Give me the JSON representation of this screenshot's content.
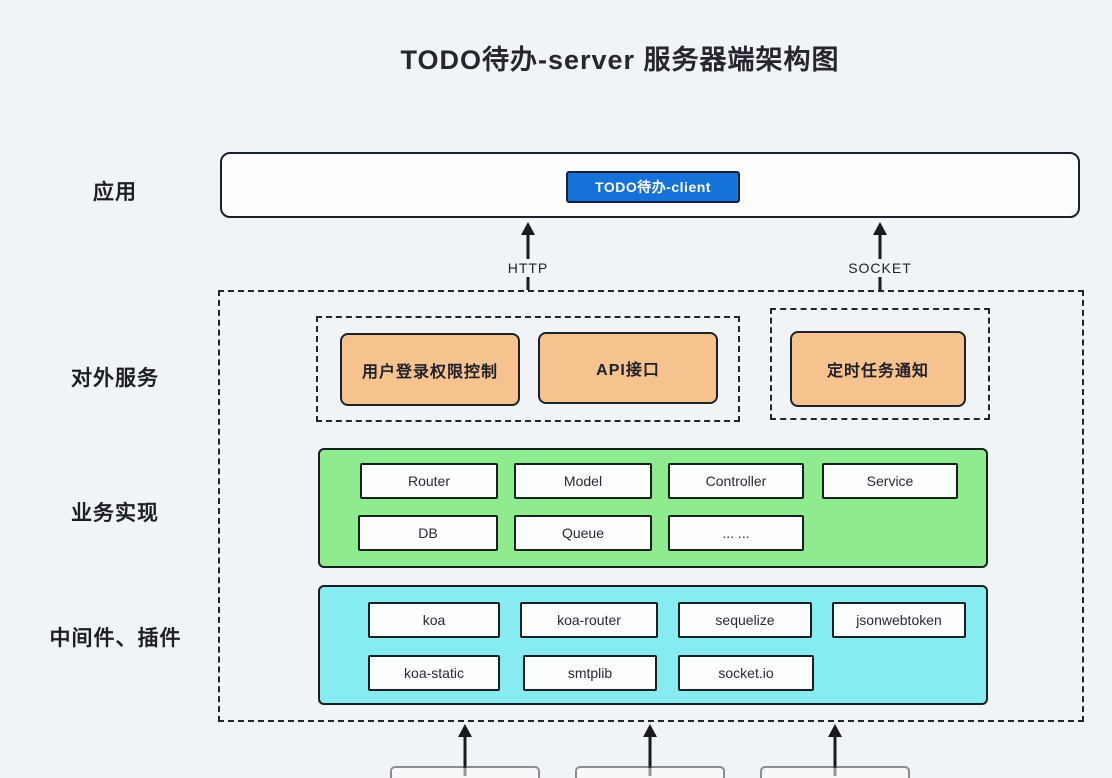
{
  "title": "TODO待办-server 服务器端架构图",
  "colors": {
    "background": "#f0f4f7",
    "border_dark": "#1c222b",
    "client_blue": "#1472d8",
    "external_orange": "#f6c38e",
    "business_green": "#8eeb8e",
    "middleware_cyan": "#87ecf1"
  },
  "app_layer": {
    "label": "应用",
    "client_button": "TODO待办-client"
  },
  "arrows": {
    "http_label": "HTTP",
    "socket_label": "SOCKET"
  },
  "external_layer": {
    "label": "对外服务",
    "boxes": [
      "用户登录权限控制",
      "API接口",
      "定时任务通知"
    ]
  },
  "business_layer": {
    "label": "业务实现",
    "row1": [
      "Router",
      "Model",
      "Controller",
      "Service"
    ],
    "row2": [
      "DB",
      "Queue",
      "... ..."
    ]
  },
  "middleware_layer": {
    "label": "中间件、插件",
    "row1": [
      "koa",
      "koa-router",
      "sequelize",
      "jsonwebtoken"
    ],
    "row2": [
      "koa-static",
      "smtplib",
      "socket.io"
    ]
  }
}
